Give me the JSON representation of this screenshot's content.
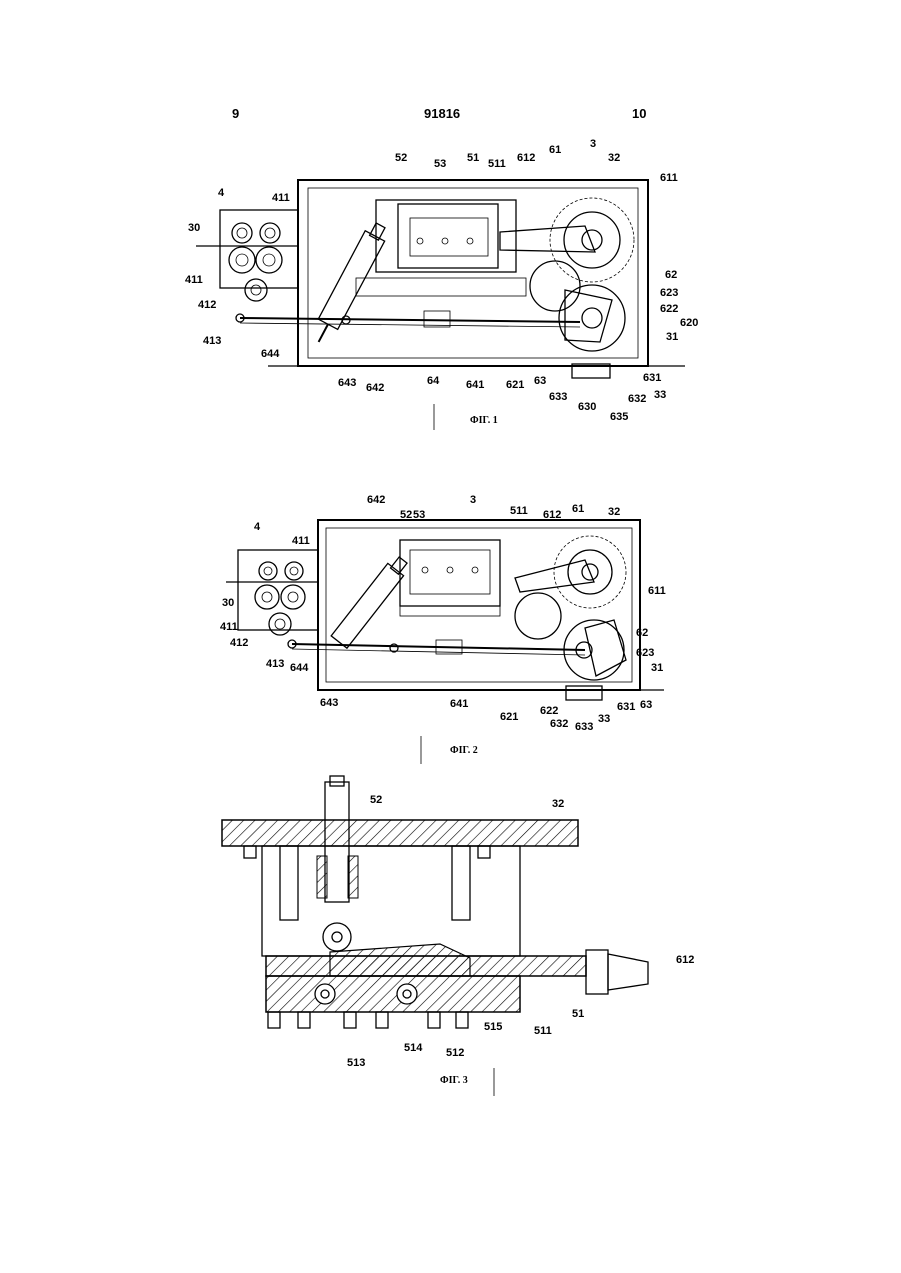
{
  "header": {
    "page_left": "9",
    "doc_number": "91816",
    "page_right": "10"
  },
  "figure1": {
    "caption": "ФIГ. 1",
    "labels": [
      "52",
      "53",
      "51",
      "511",
      "612",
      "61",
      "3",
      "32",
      "611",
      "4",
      "411",
      "30",
      "411",
      "412",
      "413",
      "644",
      "643",
      "642",
      "64",
      "641",
      "621",
      "63",
      "633",
      "630",
      "635",
      "632",
      "33",
      "631",
      "620",
      "622",
      "623",
      "62",
      "31"
    ]
  },
  "figure2": {
    "caption": "ФIГ. 2",
    "labels": [
      "642",
      "3",
      "52",
      "53",
      "511",
      "612",
      "61",
      "32",
      "4",
      "411",
      "30",
      "411",
      "412",
      "413",
      "644",
      "643",
      "641",
      "611",
      "62",
      "623",
      "31",
      "63",
      "631",
      "33",
      "633",
      "632",
      "622",
      "621"
    ]
  },
  "figure3": {
    "caption": "ФIГ. 3",
    "labels": [
      "52",
      "32",
      "612",
      "51",
      "511",
      "515",
      "512",
      "514",
      "513"
    ]
  }
}
